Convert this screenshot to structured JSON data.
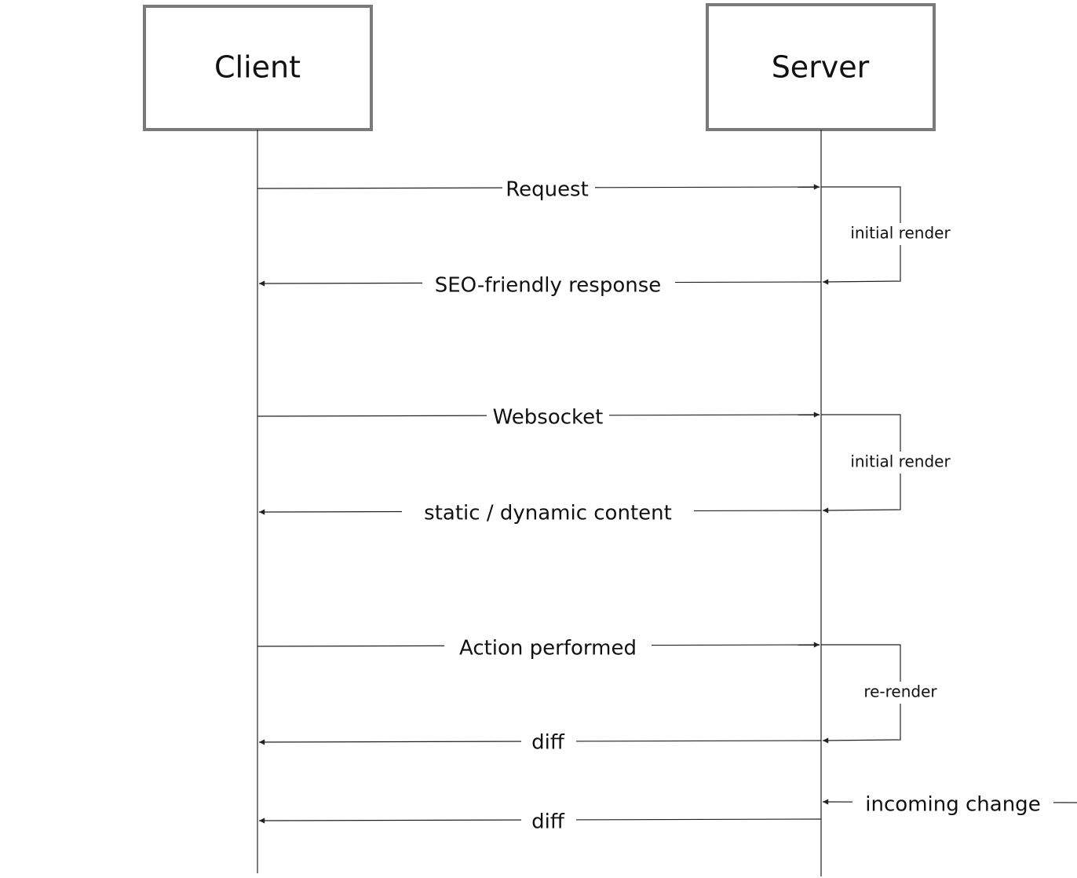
{
  "participants": {
    "client": "Client",
    "server": "Server"
  },
  "messages": {
    "request": "Request",
    "seo_response": "SEO-friendly response",
    "websocket": "Websocket",
    "content": "static / dynamic content",
    "action": "Action performed",
    "diff_1": "diff",
    "incoming_change": "incoming change",
    "diff_2": "diff"
  },
  "self_loops": {
    "initial_render_1": "initial render",
    "initial_render_2": "initial render",
    "re_render": "re-render"
  }
}
